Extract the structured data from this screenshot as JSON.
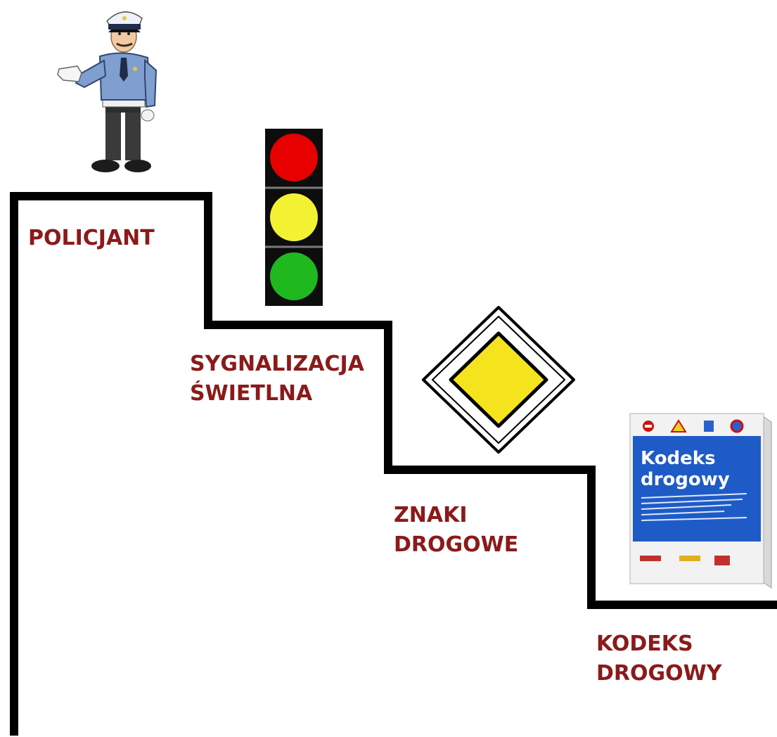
{
  "colors": {
    "label_text": "#8b1a1a",
    "stair_line": "#000000",
    "light_red": "#e60000",
    "light_yellow": "#f2f233",
    "light_green": "#1fb81f",
    "sign_yellow": "#f5e31e",
    "book_blue": "#1e5bc6"
  },
  "steps": [
    {
      "id": "policjant",
      "lines": [
        "POLICJANT"
      ],
      "icon": "police-officer-icon"
    },
    {
      "id": "sygnalizacja",
      "lines": [
        "SYGNALIZACJA",
        "ŚWIETLNA"
      ],
      "icon": "traffic-light-icon"
    },
    {
      "id": "znaki",
      "lines": [
        "ZNAKI",
        "DROGOWE"
      ],
      "icon": "priority-road-sign-icon"
    },
    {
      "id": "kodeks",
      "lines": [
        "KODEKS",
        "DROGOWY"
      ],
      "icon": "traffic-code-book-icon"
    }
  ],
  "book": {
    "title_line1": "Kodeks",
    "title_line2": "drogowy"
  }
}
